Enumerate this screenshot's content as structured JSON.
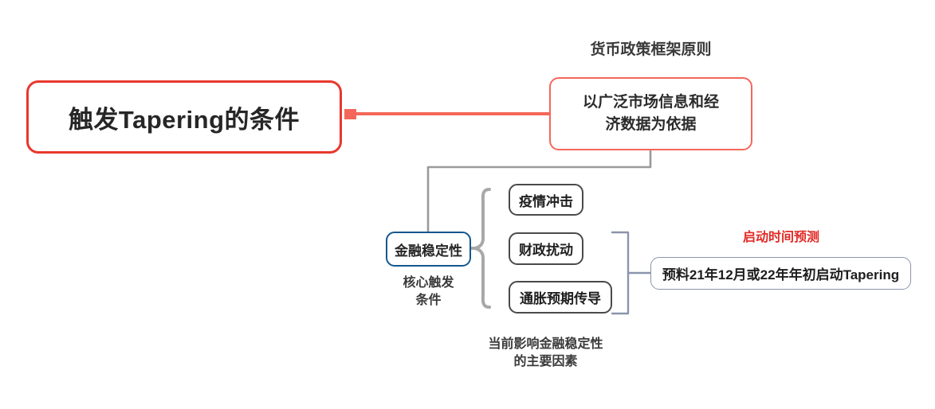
{
  "diagram": {
    "type": "mindmap",
    "root": {
      "text": "触发Tapering的条件",
      "border_color": "#e8382d"
    },
    "principle": {
      "label": "货币政策框架原则",
      "text": "以广泛市场信息和经\n济数据为依据",
      "line1": "以广泛市场信息和经",
      "line2": "济数据为依据",
      "border_color": "#f4675a"
    },
    "core": {
      "text": "金融稳定性",
      "caption_line1": "核心触发",
      "caption_line2": "条件",
      "border_color": "#14578f"
    },
    "factors": {
      "caption_line1": "当前影响金融稳定性",
      "caption_line2": "的主要因素",
      "items": [
        {
          "text": "疫情冲击"
        },
        {
          "text": "财政扰动"
        },
        {
          "text": "通胀预期传导"
        }
      ]
    },
    "forecast": {
      "label": "启动时间预测",
      "label_color": "#e02a25",
      "text": "预料21年12月或22年年初启动Tapering",
      "border_color": "#8b94ab"
    },
    "connector_colors": {
      "red_edge": "#f4675a",
      "gray_edge": "#9a9a9a",
      "brace": "#a8a8a8",
      "bracket": "#8b94ab"
    }
  }
}
